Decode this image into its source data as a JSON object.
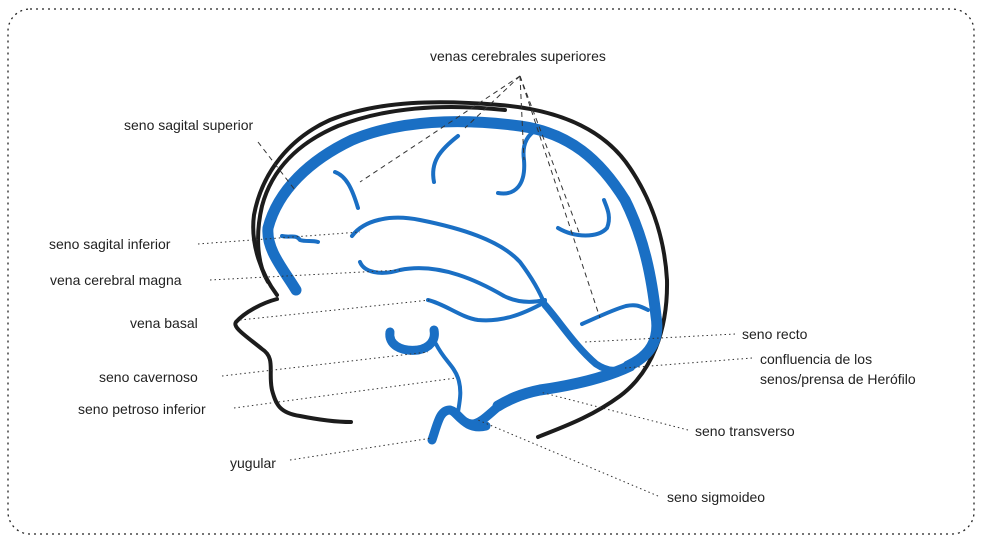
{
  "colors": {
    "vein": "#1a6fc4",
    "outline": "#1c1c1c",
    "text": "#222222",
    "frame": "#222222"
  },
  "labels": {
    "venas_cerebrales_superiores": "venas cerebrales superiores",
    "seno_sagital_superior": "seno sagital superior",
    "seno_sagital_inferior": "seno sagital inferior",
    "vena_cerebral_magna": "vena cerebral magna",
    "vena_basal": "vena basal",
    "seno_cavernoso": "seno cavernoso",
    "seno_petroso_inferior": "seno petroso inferior",
    "yugular": "yugular",
    "seno_recto": "seno recto",
    "confluencia_line1": "confluencia de los",
    "confluencia_line2": "senos/prensa de Herófilo",
    "seno_transverso": "seno transverso",
    "seno_sigmoideo": "seno sigmoideo"
  }
}
